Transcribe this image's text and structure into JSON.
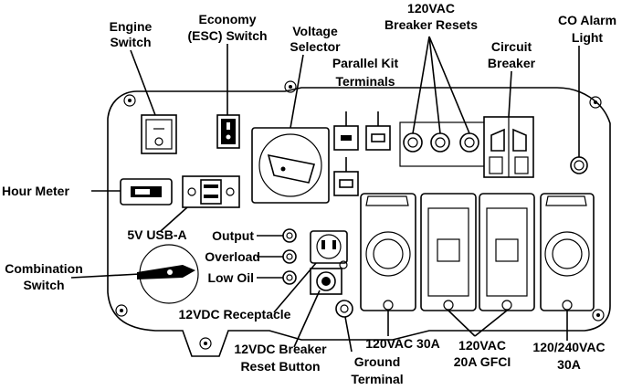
{
  "labels": {
    "engine_switch": [
      "Engine",
      "Switch"
    ],
    "economy_switch": [
      "Economy",
      "(ESC) Switch"
    ],
    "voltage_selector": [
      "Voltage",
      "Selector"
    ],
    "breaker_resets": [
      "120VAC",
      "Breaker Resets"
    ],
    "parallel_kit": [
      "Parallel Kit",
      "Terminals"
    ],
    "circuit_breaker": [
      "Circuit",
      "Breaker"
    ],
    "co_alarm": [
      "CO Alarm",
      "Light"
    ],
    "hour_meter": "Hour Meter",
    "usb": "5V USB-A",
    "output": "Output",
    "overload": "Overload",
    "low_oil": "Low Oil",
    "combination_switch": [
      "Combination",
      "Switch"
    ],
    "dc_receptacle": "12VDC Receptacle",
    "dc_breaker": [
      "12VDC Breaker",
      "Reset Button"
    ],
    "ground_terminal": [
      "Ground",
      "Terminal"
    ],
    "ac30": "120VAC 30A",
    "ac20gfci": [
      "120VAC",
      "20A GFCI"
    ],
    "ac240": [
      "120/240VAC",
      "30A"
    ]
  }
}
